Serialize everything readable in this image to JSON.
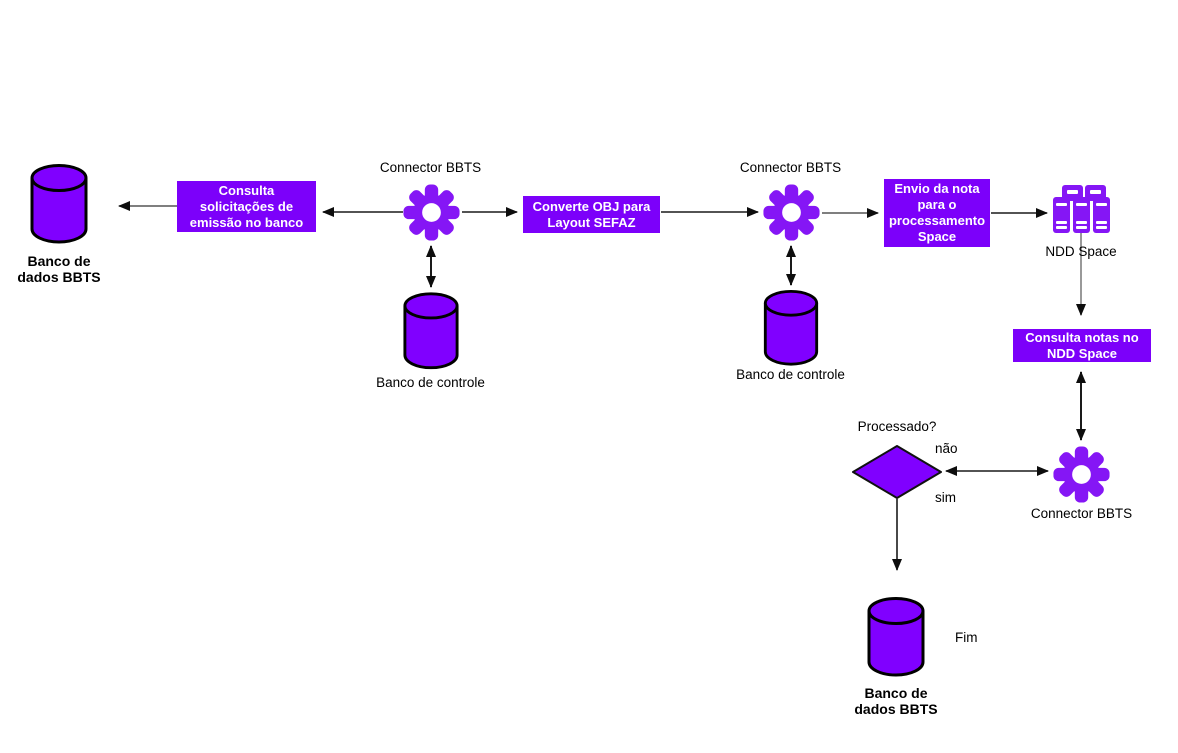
{
  "diagram": {
    "nodes": {
      "banco_dados_top": {
        "label": "Banco de\ndados BBTS"
      },
      "consulta_solicitacoes": {
        "label": "Consulta\nsolicitações de\nemissão no banco"
      },
      "connector_1": {
        "label": "Connector BBTS"
      },
      "banco_controle_1": {
        "label": "Banco de controle"
      },
      "converte_obj": {
        "label": "Converte OBJ para\nLayout SEFAZ"
      },
      "connector_2": {
        "label": "Connector BBTS"
      },
      "banco_controle_2": {
        "label": "Banco de controle"
      },
      "envio_nota": {
        "label": "Envio da nota\npara o\nprocessamento\nSpace"
      },
      "ndd_space": {
        "label": "NDD Space"
      },
      "consulta_notas": {
        "label": "Consulta notas no\nNDD Space"
      },
      "connector_3": {
        "label": "Connector BBTS"
      },
      "processado": {
        "label": "Processado?",
        "branch_no": "não",
        "branch_yes": "sim"
      },
      "banco_dados_fim": {
        "label": "Banco de\ndados BBTS"
      },
      "fim": {
        "label": "Fim"
      }
    },
    "colors": {
      "process_box": "#7c00fa",
      "cylinder": "#8000ff",
      "icon_purple": "#8516f5",
      "shape_outline": "#000000",
      "arrow": "#1a1a1a",
      "gray_line": "#999999",
      "box_text": "#ffffff",
      "label_text": "#000000"
    }
  }
}
